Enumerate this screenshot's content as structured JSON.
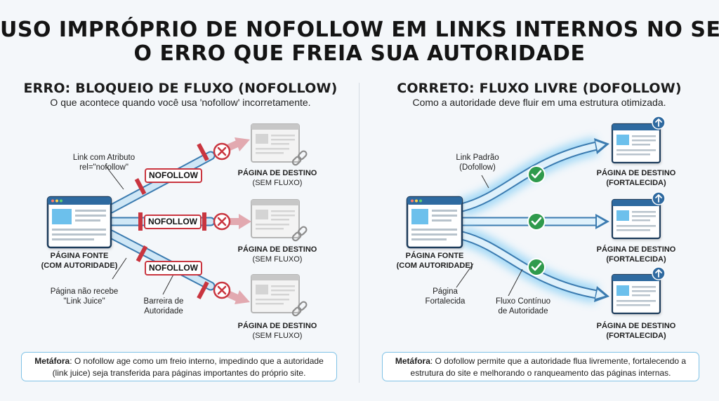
{
  "title": {
    "line1": "USO IMPRÓPRIO DE NOFOLLOW EM LINKS INTERNOS NO SEO:",
    "line2": "O ERRO QUE FREIA SUA AUTORIDADE"
  },
  "left": {
    "heading": "ERRO: BLOQUEIO DE FLUXO (NOFOLLOW)",
    "subtitle": "O que acontece quando você usa 'nofollow' incorretamente.",
    "link_label_1": "Link com Atributo",
    "link_label_2": "rel=\"nofollow\"",
    "badge": "NOFOLLOW",
    "source_label_1": "PÁGINA FONTE",
    "source_label_2": "(COM AUTORIDADE)",
    "no_juice_1": "Página não recebe",
    "no_juice_2": "\"Link Juice\"",
    "barrier_1": "Barreira de",
    "barrier_2": "Autoridade",
    "dest_label": "PÁGINA DE DESTINO",
    "dest_status": "(SEM FLUXO)",
    "metaphor_label": "Metáfora",
    "metaphor_text": ": O nofollow age como um freio interno, impedindo que a autoridade (link juice) seja transferida para páginas importantes do próprio site."
  },
  "right": {
    "heading": "CORRETO: FLUXO LIVRE (DOFOLLOW)",
    "subtitle": "Como a autoridade deve fluir em uma estrutura otimizada.",
    "link_label_1": "Link Padrão",
    "link_label_2": "(Dofollow)",
    "source_label_1": "PÁGINA FONTE",
    "source_label_2": "(COM AUTORIDADE)",
    "strengthened_1": "Página",
    "strengthened_2": "Fortalecida",
    "continuous_1": "Fluxo Contínuo",
    "continuous_2": "de Autoridade",
    "dest_label": "PÁGINA DE DESTINO",
    "dest_status": "(FORTALECIDA)",
    "metaphor_label": "Metáfora",
    "metaphor_text": ": O dofollow permite que a autoridade flua livremente, fortalecendo a estrutura do site e melhorando o ranqueamento das páginas internas."
  },
  "colors": {
    "error_red": "#c9353f",
    "ok_green": "#2f9a4c",
    "flow_blue": "#5fb7ea",
    "blocked_pink": "#e2a9b0"
  },
  "icons": [
    "blocked-x-icon",
    "broken-link-icon",
    "check-icon",
    "upload-arrow-icon",
    "webpage-icon"
  ]
}
